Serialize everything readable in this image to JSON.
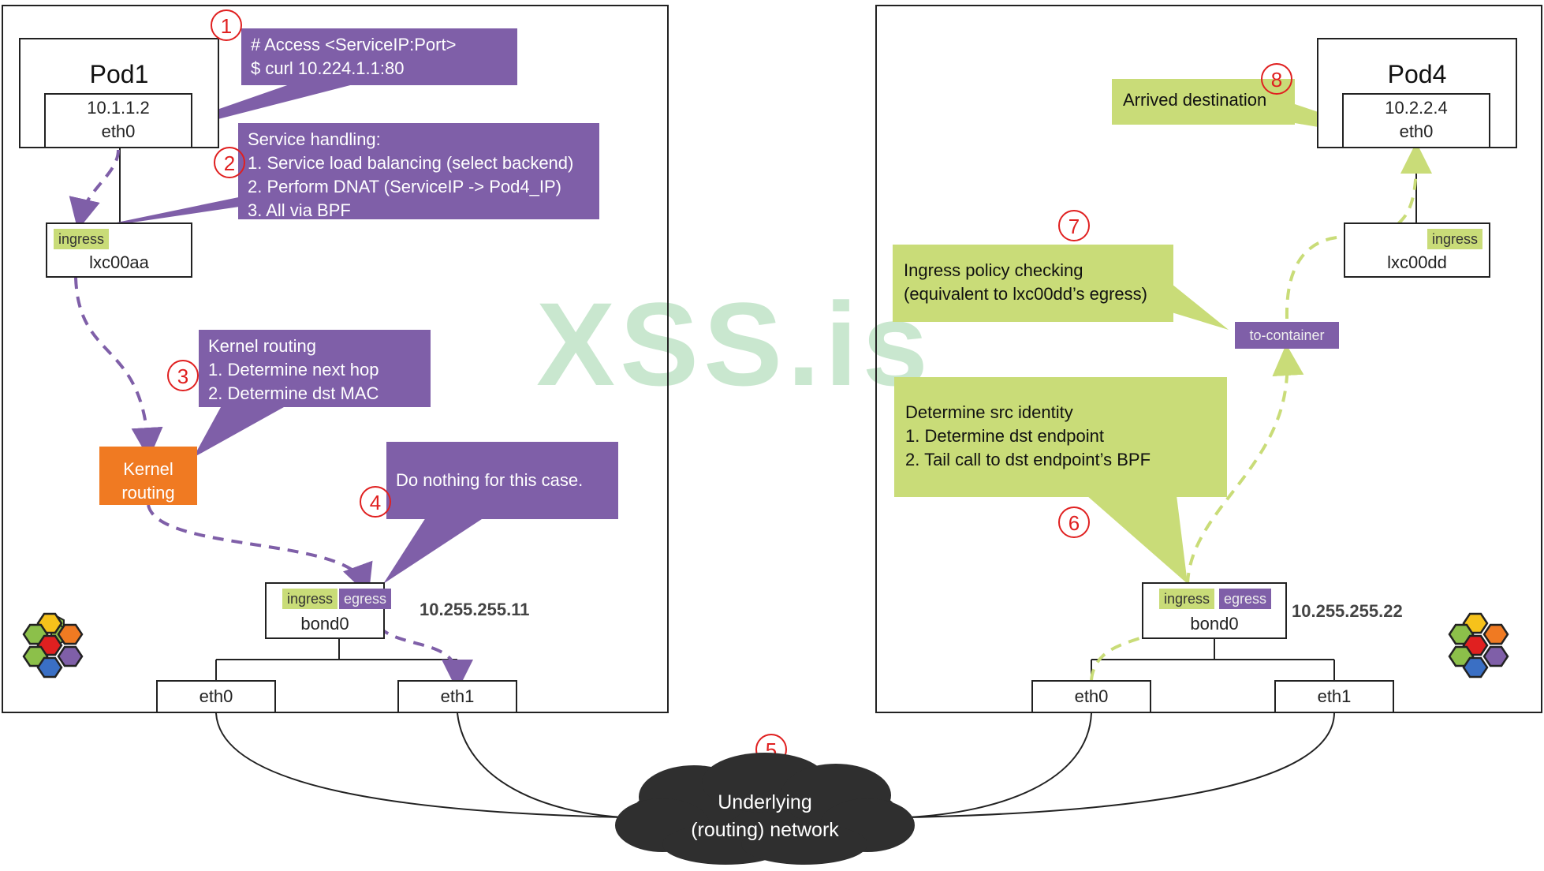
{
  "left_host": {
    "pod_title": "Pod1",
    "pod_ip": "10.1.1.2",
    "pod_iface": "eth0",
    "lxc_badge": "ingress",
    "lxc_name": "lxc00aa",
    "kernel_routing": "Kernel\nrouting",
    "bond_ingress": "ingress",
    "bond_egress": "egress",
    "bond_name": "bond0",
    "bond_ip": "10.255.255.11",
    "nic0": "eth0",
    "nic1": "eth1"
  },
  "right_host": {
    "pod_title": "Pod4",
    "pod_ip": "10.2.2.4",
    "pod_iface": "eth0",
    "lxc_badge": "ingress",
    "lxc_name": "lxc00dd",
    "to_container": "to-container",
    "bond_ingress": "ingress",
    "bond_egress": "egress",
    "bond_name": "bond0",
    "bond_ip": "10.255.255.22",
    "nic0": "eth0",
    "nic1": "eth1"
  },
  "callouts": {
    "c1": "# Access <ServiceIP:Port>\n$ curl 10.224.1.1:80",
    "c2": "Service handling:\n1. Service load balancing (select backend)\n2. Perform DNAT (ServiceIP -> Pod4_IP)\n3. All via BPF",
    "c3": "Kernel routing\n1. Determine next hop\n2. Determine dst MAC",
    "c4": "Do nothing for this case.",
    "c6": "Determine src identity\n1. Determine dst endpoint\n2. Tail call to dst endpoint’s BPF",
    "c7": "Ingress policy checking\n(equivalent to lxc00dd’s egress)",
    "c8": "Arrived destination"
  },
  "steps": [
    "1",
    "2",
    "3",
    "4",
    "5",
    "6",
    "7",
    "8"
  ],
  "network_cloud": "Underlying\n(routing) network",
  "watermark": "XSS.is",
  "colors": {
    "purple": "#7f5fa8",
    "green": "#c9dc78",
    "orange": "#f07a22",
    "step_red": "#e02020",
    "cloud": "#2f2f2f",
    "logo": [
      "#f6c21b",
      "#f07a22",
      "#8cc04a",
      "#e02020",
      "#7f5fa8",
      "#3a6fc4"
    ]
  }
}
